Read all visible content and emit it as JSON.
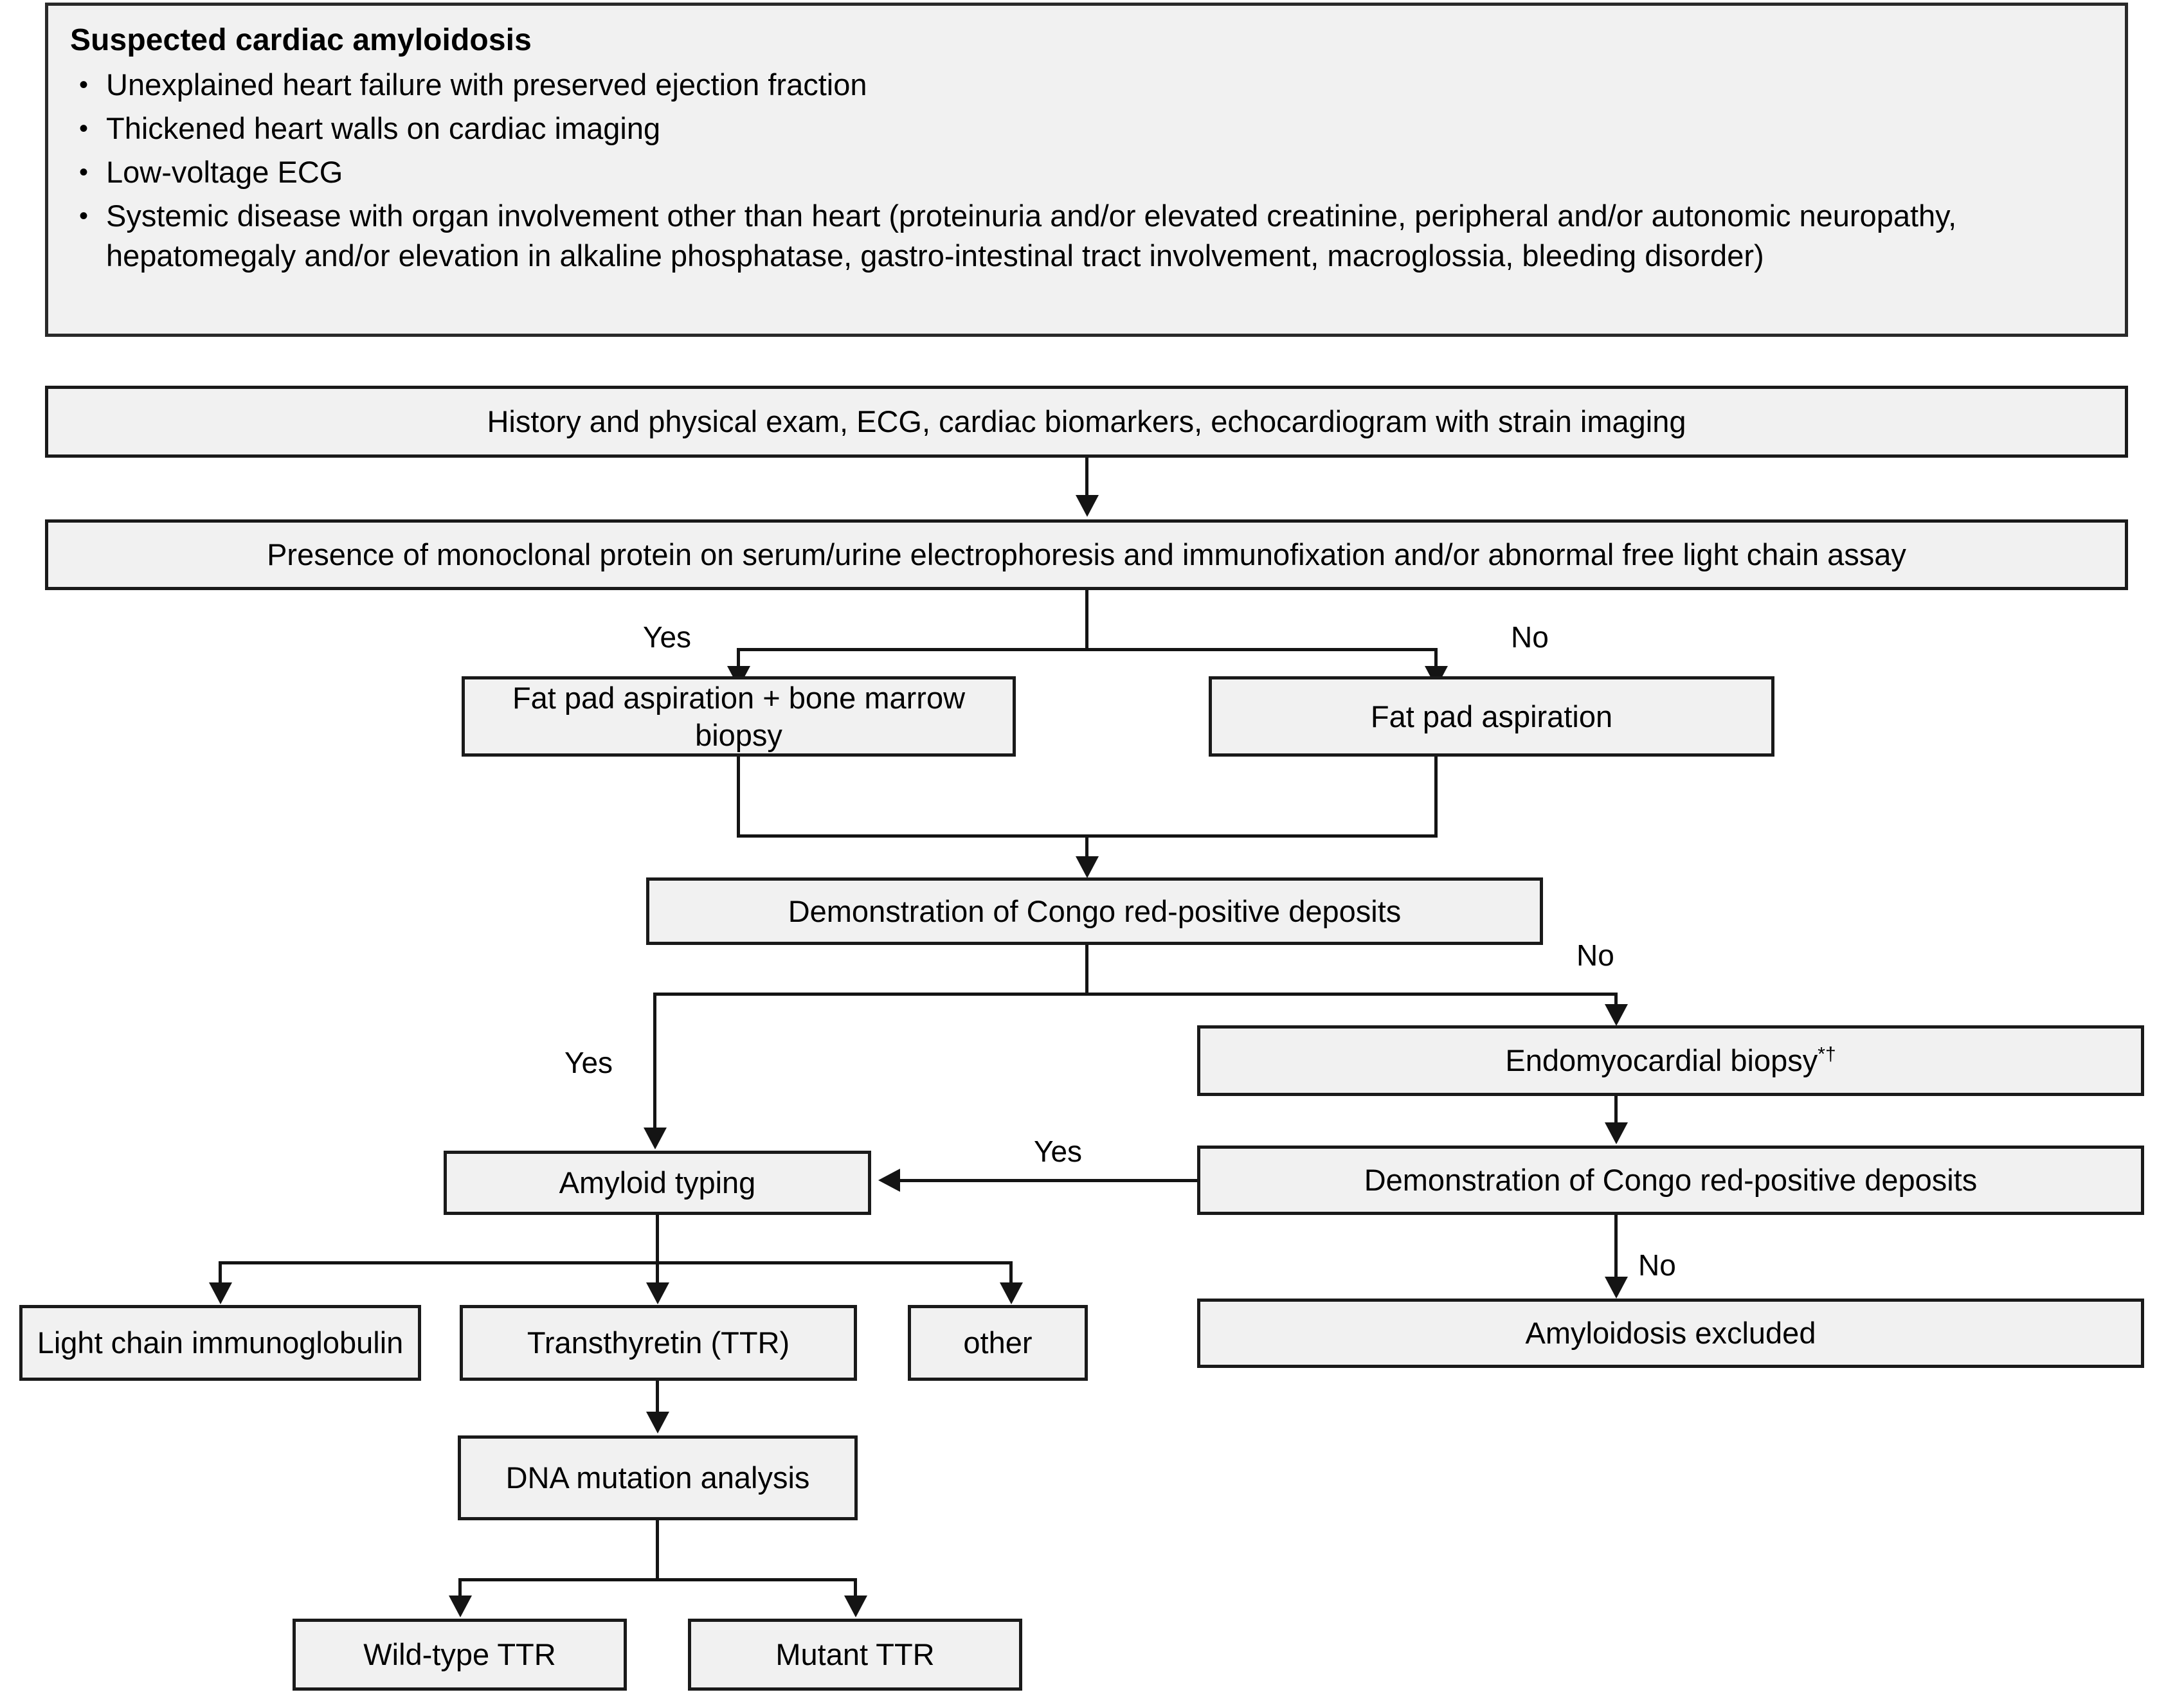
{
  "criteria_panel": {
    "title": "Suspected cardiac amyloidosis",
    "bullet_glyph": "•",
    "items": [
      "Unexplained heart failure with preserved ejection fraction",
      "Thickened heart walls on cardiac imaging",
      "Low-voltage ECG",
      "Systemic disease with organ involvement other than heart (proteinuria and/or elevated creatinine, peripheral and/or autonomic neuropathy, hepatomegaly and/or elevation in alkaline phosphatase, gastro-intestinal tract involvement, macroglossia, bleeding disorder)"
    ]
  },
  "nodes": {
    "initial_workup": "History and physical exam, ECG, cardiac biomarkers, echocardiogram with strain imaging",
    "monoclonal_protein": "Presence of monoclonal protein on serum/urine electrophoresis and immunofixation and/or abnormal free light chain assay",
    "fat_pad_plus_bm": "Fat pad aspiration + bone marrow biopsy",
    "fat_pad": "Fat pad aspiration",
    "congo_red_1": "Demonstration of Congo red-positive deposits",
    "endomyocardial_biopsy": "Endomyocardial biopsy",
    "endomyocardial_biopsy_sup": "*†",
    "congo_red_2": "Demonstration of Congo red-positive deposits",
    "amyloid_typing": "Amyloid typing",
    "amyloidosis_excluded": "Amyloidosis excluded",
    "light_chain": "Light chain immunoglobulin",
    "transthyretin": "Transthyretin (TTR)",
    "other": "other",
    "dna_mutation": "DNA mutation analysis",
    "wild_type_ttr": "Wild-type TTR",
    "mutant_ttr": "Mutant TTR"
  },
  "edge_labels": {
    "mono_yes": "Yes",
    "mono_no": "No",
    "congo1_yes": "Yes",
    "congo1_no": "No",
    "congo2_yes": "Yes",
    "congo2_no": "No"
  },
  "colors": {
    "box_fill": "#f1f1f1",
    "box_border": "#1a1a1a",
    "connector": "#141414",
    "text": "#000000",
    "page_background": "#ffffff"
  }
}
